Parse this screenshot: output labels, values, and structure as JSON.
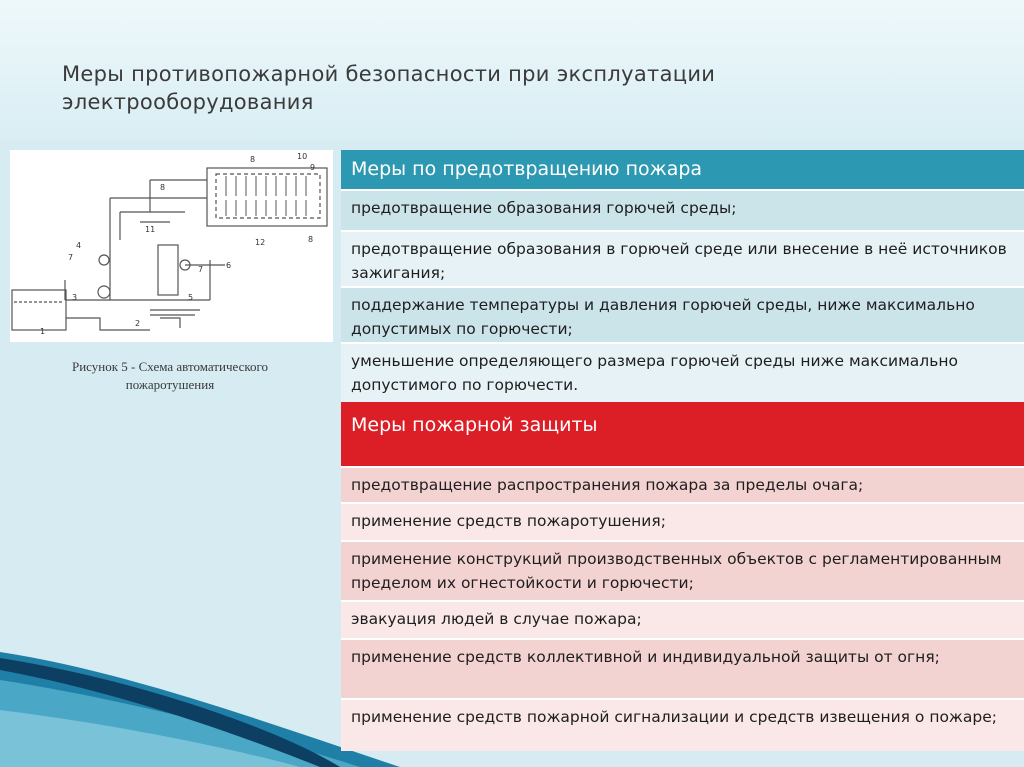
{
  "slide": {
    "title": "Меры противопожарной безопасности при эксплуатации электрооборудования"
  },
  "figure": {
    "caption": "Рисунок 5 - Схема автоматического пожаротушения",
    "labels": [
      "10",
      "9",
      "8",
      "8",
      "11",
      "12",
      "8",
      "4",
      "7",
      "7",
      "6",
      "3",
      "5",
      "1",
      "2"
    ]
  },
  "prevention": {
    "header": "Меры по предотвращению пожара",
    "items": [
      "предотвращение образования горючей среды;",
      "предотвращение образования в горючей среде или внесение в неё источников зажигания;",
      "поддержание температуры и давления горючей среды, ниже максимально допустимых по горючести;",
      "уменьшение определяющего размера горючей среды ниже максимально допустимого по горючести."
    ]
  },
  "protection": {
    "header": "Меры пожарной защиты",
    "items": [
      "предотвращение распространения пожара за пределы очага;",
      "применение средств пожаротушения;",
      "применение конструкций производственных объектов с регламентированным пределом их огнестойкости и горючести;",
      "эвакуация людей в случае пожара;",
      "применение средств коллективной и индивидуальной защиты от огня;",
      "применение средств пожарной сигнализации и средств извещения о пожаре;"
    ]
  },
  "colors": {
    "prevention_header": "#2c98b1",
    "protection_header": "#dc1e26"
  }
}
